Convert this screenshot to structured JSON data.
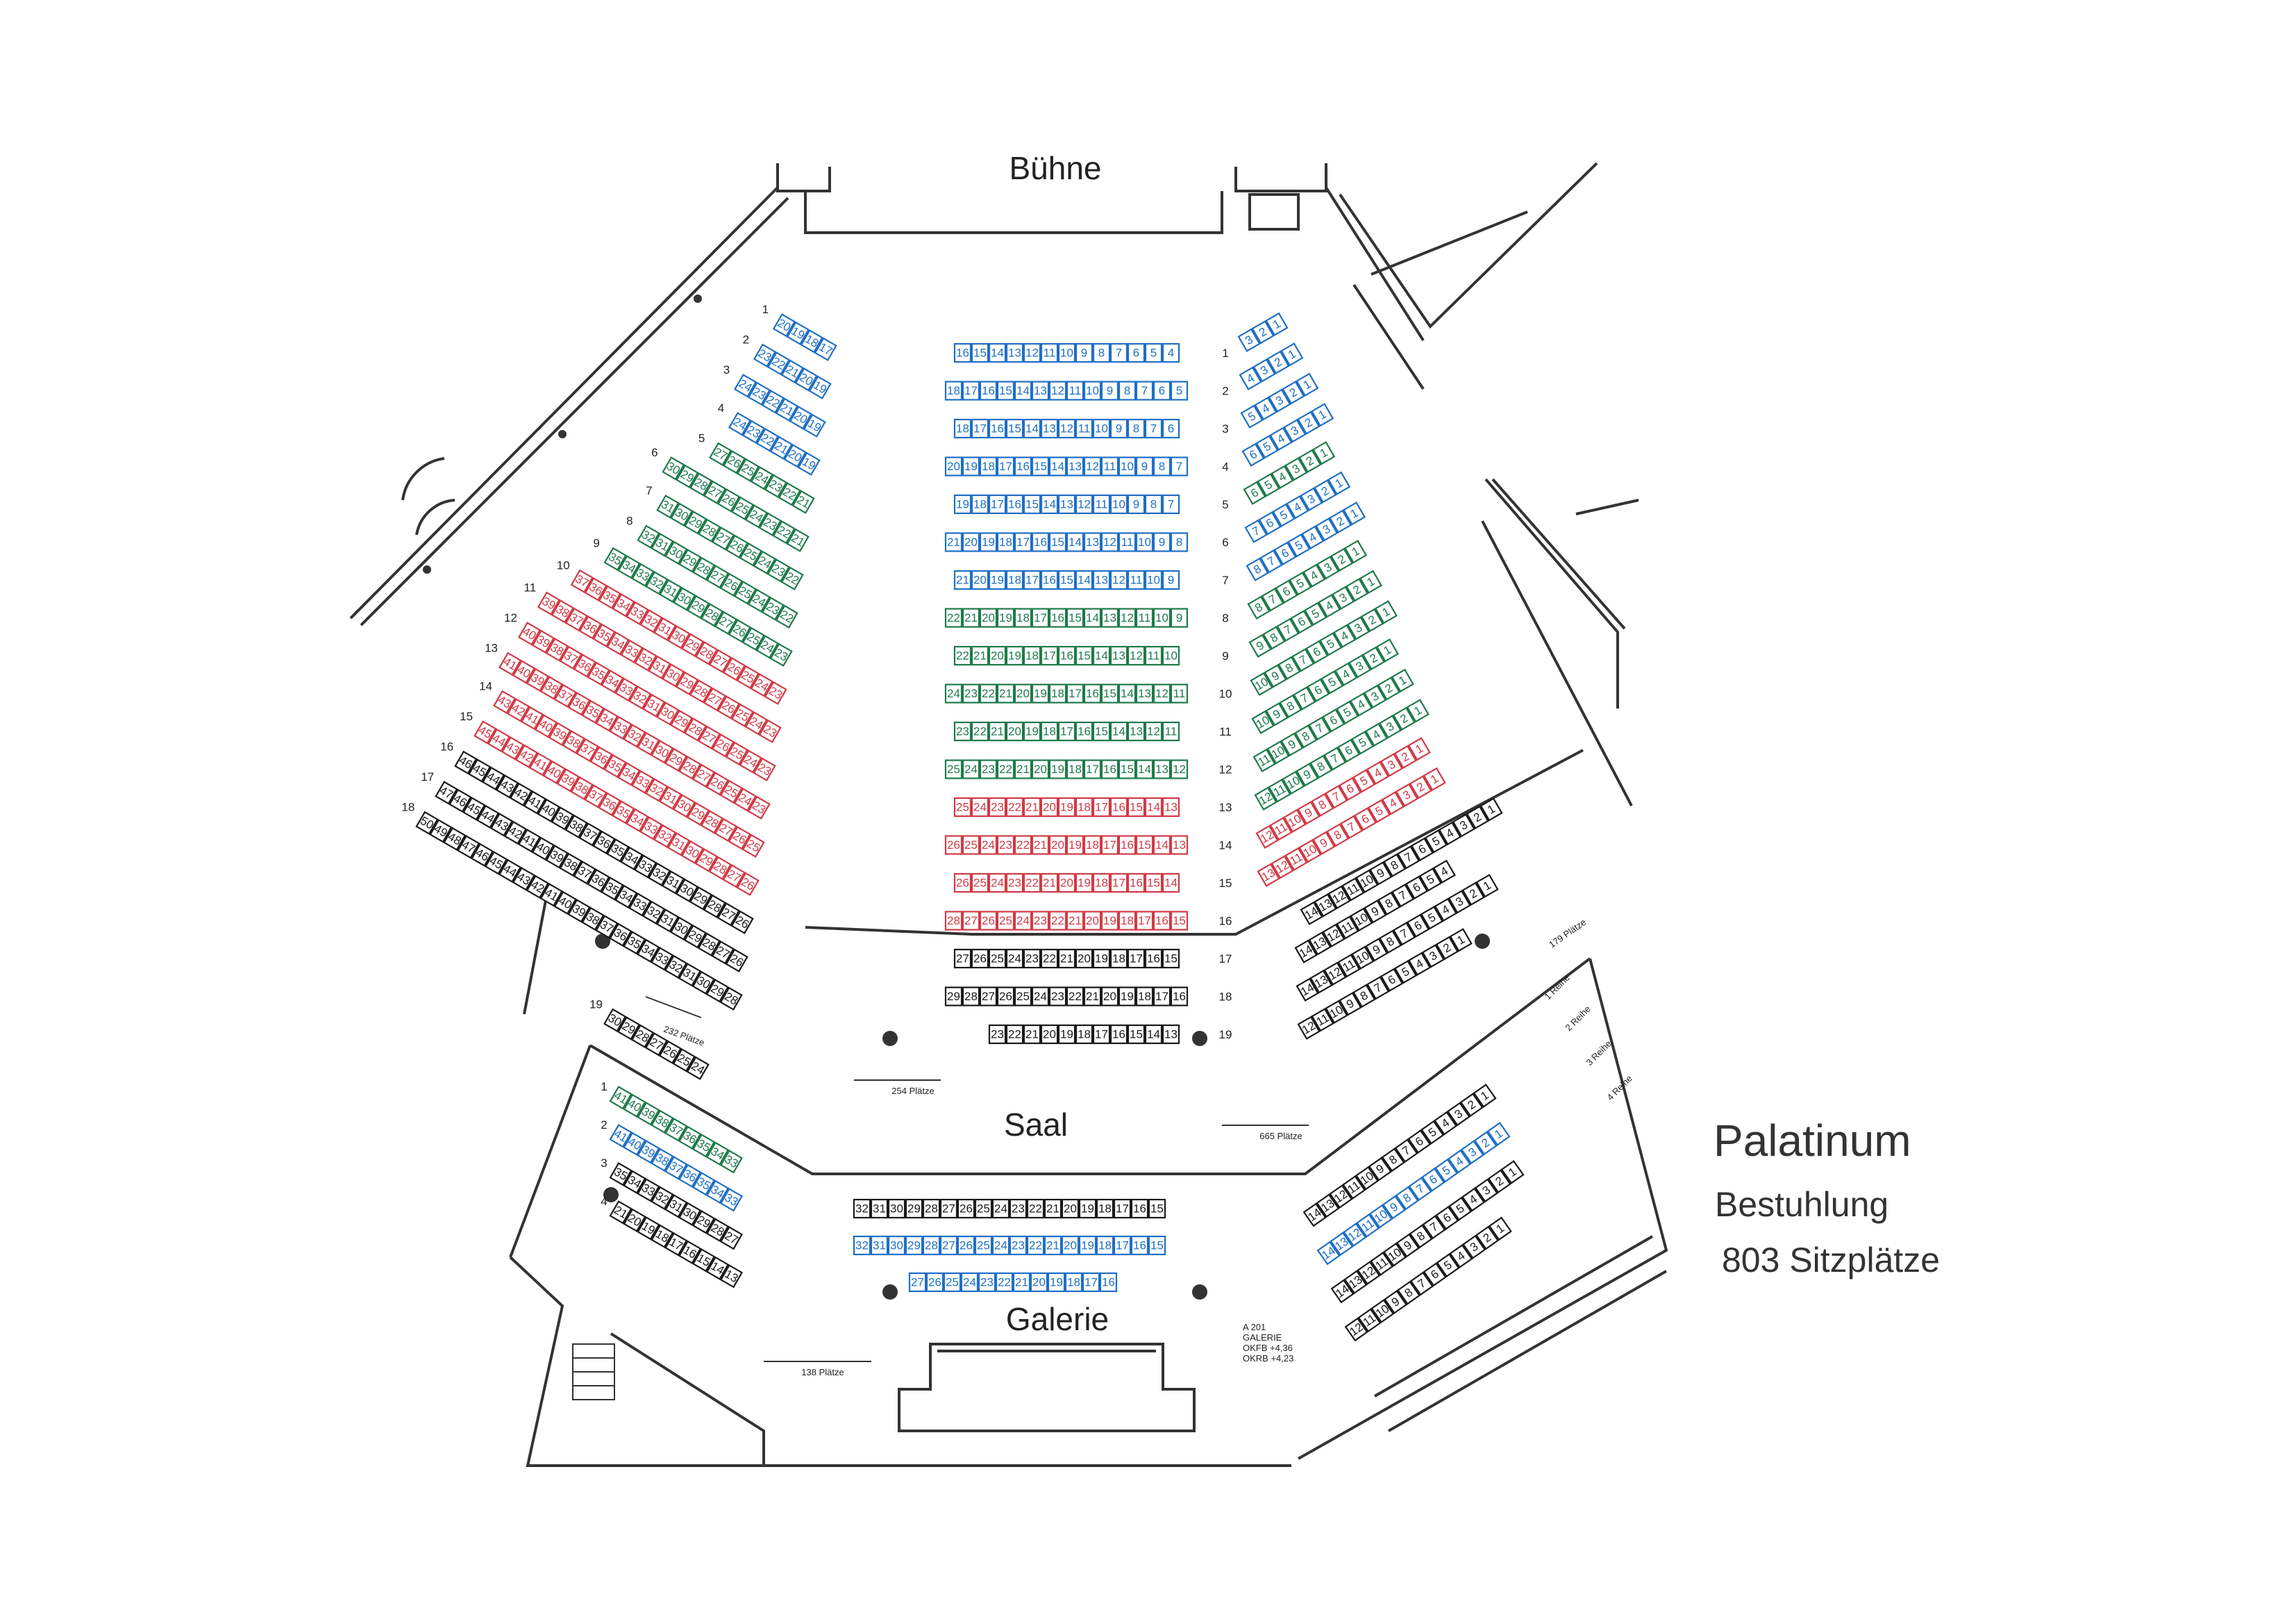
{
  "labels": {
    "stage": "Bühne",
    "hall": "Saal",
    "gallery": "Galerie",
    "title": "Palatinum",
    "subtitle": "Bestuhlung",
    "capacity": "803 Sitzplätze",
    "left_count": "232 Plätze",
    "center_count": "254 Plätze",
    "right_count": "665 Plätze",
    "right_gallery_count": "179 Plätze",
    "gallery_count": "138 Plätze",
    "gallery_rows": [
      "1 Reihe",
      "2 Reihe",
      "3 Reihe",
      "4 Reihe"
    ],
    "gallery_note": [
      "A 201",
      "GALERIE",
      "OKFB +4,36",
      "OKRB +4,23"
    ]
  },
  "colors": {
    "blue": "#1f6fc4",
    "green": "#1f7a4a",
    "red": "#d23a46",
    "black": "#1a1a1a",
    "wall": "#333333"
  },
  "center_rows": [
    {
      "row": "1",
      "seats": [
        "16",
        "15",
        "14",
        "13",
        "12",
        "11",
        "10",
        "9",
        "8",
        "7",
        "6",
        "5",
        "4"
      ],
      "color": "blue"
    },
    {
      "row": "2",
      "seats": [
        "18",
        "17",
        "16",
        "15",
        "14",
        "13",
        "12",
        "11",
        "10",
        "9",
        "8",
        "7",
        "6",
        "5"
      ],
      "color": "blue"
    },
    {
      "row": "3",
      "seats": [
        "18",
        "17",
        "16",
        "15",
        "14",
        "13",
        "12",
        "11",
        "10",
        "9",
        "8",
        "7",
        "6"
      ],
      "color": "blue"
    },
    {
      "row": "4",
      "seats": [
        "20",
        "19",
        "18",
        "17",
        "16",
        "15",
        "14",
        "13",
        "12",
        "11",
        "10",
        "9",
        "8",
        "7"
      ],
      "color": "blue"
    },
    {
      "row": "5",
      "seats": [
        "19",
        "18",
        "17",
        "16",
        "15",
        "14",
        "13",
        "12",
        "11",
        "10",
        "9",
        "8",
        "7"
      ],
      "color": "blue"
    },
    {
      "row": "6",
      "seats": [
        "21",
        "20",
        "19",
        "18",
        "17",
        "16",
        "15",
        "14",
        "13",
        "12",
        "11",
        "10",
        "9",
        "8"
      ],
      "color": "blue"
    },
    {
      "row": "7",
      "seats": [
        "21",
        "20",
        "19",
        "18",
        "17",
        "16",
        "15",
        "14",
        "13",
        "12",
        "11",
        "10",
        "9"
      ],
      "color": "blue"
    },
    {
      "row": "8",
      "seats": [
        "22",
        "21",
        "20",
        "19",
        "18",
        "17",
        "16",
        "15",
        "14",
        "13",
        "12",
        "11",
        "10",
        "9"
      ],
      "color": "green"
    },
    {
      "row": "9",
      "seats": [
        "22",
        "21",
        "20",
        "19",
        "18",
        "17",
        "16",
        "15",
        "14",
        "13",
        "12",
        "11",
        "10"
      ],
      "color": "green"
    },
    {
      "row": "10",
      "seats": [
        "24",
        "23",
        "22",
        "21",
        "20",
        "19",
        "18",
        "17",
        "16",
        "15",
        "14",
        "13",
        "12",
        "11"
      ],
      "color": "green"
    },
    {
      "row": "11",
      "seats": [
        "23",
        "22",
        "21",
        "20",
        "19",
        "18",
        "17",
        "16",
        "15",
        "14",
        "13",
        "12",
        "11"
      ],
      "color": "green"
    },
    {
      "row": "12",
      "seats": [
        "25",
        "24",
        "23",
        "22",
        "21",
        "20",
        "19",
        "18",
        "17",
        "16",
        "15",
        "14",
        "13",
        "12"
      ],
      "color": "green"
    },
    {
      "row": "13",
      "seats": [
        "25",
        "24",
        "23",
        "22",
        "21",
        "20",
        "19",
        "18",
        "17",
        "16",
        "15",
        "14",
        "13"
      ],
      "color": "red"
    },
    {
      "row": "14",
      "seats": [
        "26",
        "25",
        "24",
        "23",
        "22",
        "21",
        "20",
        "19",
        "18",
        "17",
        "16",
        "15",
        "14",
        "13"
      ],
      "color": "red"
    },
    {
      "row": "15",
      "seats": [
        "26",
        "25",
        "24",
        "23",
        "22",
        "21",
        "20",
        "19",
        "18",
        "17",
        "16",
        "15",
        "14"
      ],
      "color": "red"
    },
    {
      "row": "16",
      "seats": [
        "28",
        "27",
        "26",
        "25",
        "24",
        "23",
        "22",
        "21",
        "20",
        "19",
        "18",
        "17",
        "16",
        "15"
      ],
      "color": "red"
    },
    {
      "row": "17",
      "seats": [
        "27",
        "26",
        "25",
        "24",
        "23",
        "22",
        "21",
        "20",
        "19",
        "18",
        "17",
        "16",
        "15"
      ],
      "color": "black"
    },
    {
      "row": "18",
      "seats": [
        "29",
        "28",
        "27",
        "26",
        "25",
        "24",
        "23",
        "22",
        "21",
        "20",
        "19",
        "18",
        "17",
        "16"
      ],
      "color": "black"
    },
    {
      "row": "19",
      "seats": [
        "23",
        "22",
        "21",
        "20",
        "19",
        "18",
        "17",
        "16",
        "15",
        "14",
        "13"
      ],
      "color": "black"
    }
  ],
  "left_rows": [
    {
      "row": "1",
      "seats": [
        "20",
        "19",
        "18",
        "17"
      ],
      "color": "blue"
    },
    {
      "row": "2",
      "seats": [
        "23",
        "22",
        "21",
        "20",
        "19"
      ],
      "color": "blue"
    },
    {
      "row": "3",
      "seats": [
        "24",
        "23",
        "22",
        "21",
        "20",
        "19"
      ],
      "color": "blue"
    },
    {
      "row": "4",
      "seats": [
        "24",
        "23",
        "22",
        "21",
        "20",
        "19"
      ],
      "color": "blue"
    },
    {
      "row": "5",
      "seats": [
        "27",
        "26",
        "25",
        "24",
        "23",
        "22",
        "21"
      ],
      "color": "green"
    },
    {
      "row": "6",
      "seats": [
        "30",
        "29",
        "28",
        "27",
        "26",
        "25",
        "24",
        "23",
        "22",
        "21"
      ],
      "color": "green"
    },
    {
      "row": "7",
      "seats": [
        "31",
        "30",
        "29",
        "28",
        "27",
        "26",
        "25",
        "24",
        "23",
        "22"
      ],
      "color": "green"
    },
    {
      "row": "8",
      "seats": [
        "32",
        "31",
        "30",
        "29",
        "28",
        "27",
        "26",
        "25",
        "24",
        "23",
        "22"
      ],
      "color": "green"
    },
    {
      "row": "9",
      "seats": [
        "35",
        "34",
        "33",
        "32",
        "31",
        "30",
        "29",
        "28",
        "27",
        "26",
        "25",
        "24",
        "23"
      ],
      "color": "green"
    },
    {
      "row": "10",
      "seats": [
        "37",
        "36",
        "35",
        "34",
        "33",
        "32",
        "31",
        "30",
        "29",
        "28",
        "27",
        "26",
        "25",
        "24",
        "23"
      ],
      "color": "red"
    },
    {
      "row": "11",
      "seats": [
        "39",
        "38",
        "37",
        "36",
        "35",
        "34",
        "33",
        "32",
        "31",
        "30",
        "29",
        "28",
        "27",
        "26",
        "25",
        "24",
        "23"
      ],
      "color": "red"
    },
    {
      "row": "12",
      "seats": [
        "40",
        "39",
        "38",
        "37",
        "36",
        "35",
        "34",
        "33",
        "32",
        "31",
        "30",
        "29",
        "28",
        "27",
        "26",
        "25",
        "24",
        "23"
      ],
      "color": "red"
    },
    {
      "row": "13",
      "seats": [
        "41",
        "40",
        "39",
        "38",
        "37",
        "36",
        "35",
        "34",
        "33",
        "32",
        "31",
        "30",
        "29",
        "28",
        "27",
        "26",
        "25",
        "24",
        "23"
      ],
      "color": "red"
    },
    {
      "row": "14",
      "seats": [
        "43",
        "42",
        "41",
        "40",
        "39",
        "38",
        "37",
        "36",
        "35",
        "34",
        "33",
        "32",
        "31",
        "30",
        "29",
        "28",
        "27",
        "26",
        "25"
      ],
      "color": "red"
    },
    {
      "row": "15",
      "seats": [
        "45",
        "44",
        "43",
        "42",
        "41",
        "40",
        "39",
        "38",
        "37",
        "36",
        "35",
        "34",
        "33",
        "32",
        "31",
        "30",
        "29",
        "28",
        "27",
        "26"
      ],
      "color": "red"
    },
    {
      "row": "16",
      "seats": [
        "46",
        "45",
        "44",
        "43",
        "42",
        "41",
        "40",
        "39",
        "38",
        "37",
        "36",
        "35",
        "34",
        "33",
        "32",
        "31",
        "30",
        "29",
        "28",
        "27",
        "26"
      ],
      "color": "black"
    },
    {
      "row": "17",
      "seats": [
        "47",
        "46",
        "45",
        "44",
        "43",
        "42",
        "41",
        "40",
        "39",
        "38",
        "37",
        "36",
        "35",
        "34",
        "33",
        "32",
        "31",
        "30",
        "29",
        "28",
        "27",
        "26"
      ],
      "color": "black"
    },
    {
      "row": "18",
      "seats": [
        "50",
        "49",
        "48",
        "47",
        "46",
        "45",
        "44",
        "43",
        "42",
        "41",
        "40",
        "39",
        "38",
        "37",
        "36",
        "35",
        "34",
        "33",
        "32",
        "31",
        "30",
        "29",
        "28"
      ],
      "color": "black"
    },
    {
      "row": "19",
      "seats": [
        "30",
        "29",
        "28",
        "27",
        "26",
        "25",
        "24"
      ],
      "color": "black"
    }
  ],
  "right_rows": [
    {
      "row": "1",
      "seats": [
        "3",
        "2",
        "1"
      ],
      "color": "blue"
    },
    {
      "row": "2",
      "seats": [
        "4",
        "3",
        "2",
        "1"
      ],
      "color": "blue"
    },
    {
      "row": "3",
      "seats": [
        "5",
        "4",
        "3",
        "2",
        "1"
      ],
      "color": "blue"
    },
    {
      "row": "4",
      "seats": [
        "6",
        "5",
        "4",
        "3",
        "2",
        "1"
      ],
      "color": "blue"
    },
    {
      "row": "5",
      "seats": [
        "6",
        "5",
        "4",
        "3",
        "2",
        "1"
      ],
      "color": "green"
    },
    {
      "row": "6",
      "seats": [
        "7",
        "6",
        "5",
        "4",
        "3",
        "2",
        "1"
      ],
      "color": "blue"
    },
    {
      "row": "7",
      "seats": [
        "8",
        "7",
        "6",
        "5",
        "4",
        "3",
        "2",
        "1"
      ],
      "color": "blue"
    },
    {
      "row": "8",
      "seats": [
        "8",
        "7",
        "6",
        "5",
        "4",
        "3",
        "2",
        "1"
      ],
      "color": "green"
    },
    {
      "row": "9",
      "seats": [
        "9",
        "8",
        "7",
        "6",
        "5",
        "4",
        "3",
        "2",
        "1"
      ],
      "color": "green"
    },
    {
      "row": "10",
      "seats": [
        "10",
        "9",
        "8",
        "7",
        "6",
        "5",
        "4",
        "3",
        "2",
        "1"
      ],
      "color": "green"
    },
    {
      "row": "11",
      "seats": [
        "10",
        "9",
        "8",
        "7",
        "6",
        "5",
        "4",
        "3",
        "2",
        "1"
      ],
      "color": "green"
    },
    {
      "row": "12",
      "seats": [
        "11",
        "10",
        "9",
        "8",
        "7",
        "6",
        "5",
        "4",
        "3",
        "2",
        "1"
      ],
      "color": "green"
    },
    {
      "row": "13",
      "seats": [
        "12",
        "11",
        "10",
        "9",
        "8",
        "7",
        "6",
        "5",
        "4",
        "3",
        "2",
        "1"
      ],
      "color": "green"
    },
    {
      "row": "14",
      "seats": [
        "12",
        "11",
        "10",
        "9",
        "8",
        "7",
        "6",
        "5",
        "4",
        "3",
        "2",
        "1"
      ],
      "color": "red"
    },
    {
      "row": "15",
      "seats": [
        "13",
        "12",
        "11",
        "10",
        "9",
        "8",
        "7",
        "6",
        "5",
        "4",
        "3",
        "2",
        "1"
      ],
      "color": "red"
    },
    {
      "row": "16",
      "seats": [
        "14",
        "13",
        "12",
        "11",
        "10",
        "9",
        "8",
        "7",
        "6",
        "5",
        "4",
        "3",
        "2",
        "1"
      ],
      "color": "black"
    },
    {
      "row": "17",
      "seats": [
        "14",
        "13",
        "12",
        "11",
        "10",
        "9",
        "8",
        "7",
        "6",
        "5",
        "4"
      ],
      "color": "black"
    },
    {
      "row": "18",
      "seats": [
        "14",
        "13",
        "12",
        "11",
        "10",
        "9",
        "8",
        "7",
        "6",
        "5",
        "4",
        "3",
        "2",
        "1"
      ],
      "color": "black"
    },
    {
      "row": "19",
      "seats": [
        "12",
        "11",
        "10",
        "9",
        "8",
        "7",
        "6",
        "5",
        "4",
        "3",
        "2",
        "1"
      ],
      "color": "black"
    }
  ],
  "gallery_left_rows": [
    {
      "row": "1",
      "seats": [
        "41",
        "40",
        "39",
        "38",
        "37",
        "36",
        "35",
        "34",
        "33"
      ],
      "color": "green"
    },
    {
      "row": "2",
      "seats": [
        "41",
        "40",
        "39",
        "38",
        "37",
        "36",
        "35",
        "34",
        "33"
      ],
      "color": "blue"
    },
    {
      "row": "3",
      "seats": [
        "35",
        "34",
        "33",
        "32",
        "31",
        "30",
        "29",
        "28",
        "27"
      ],
      "color": "black"
    },
    {
      "row": "4",
      "seats": [
        "21",
        "20",
        "19",
        "18",
        "17",
        "16",
        "15",
        "14",
        "13"
      ],
      "color": "black"
    }
  ],
  "gallery_center_rows": [
    {
      "row": "1",
      "seats": [
        "32",
        "31",
        "30",
        "29",
        "28",
        "27",
        "26",
        "25",
        "24",
        "23",
        "22",
        "21",
        "20",
        "19",
        "18",
        "17",
        "16",
        "15"
      ],
      "color": "black"
    },
    {
      "row": "2",
      "seats": [
        "32",
        "31",
        "30",
        "29",
        "28",
        "27",
        "26",
        "25",
        "24",
        "23",
        "22",
        "21",
        "20",
        "19",
        "18",
        "17",
        "16",
        "15"
      ],
      "color": "blue"
    },
    {
      "row": "3",
      "seats": [
        "27",
        "26",
        "25",
        "24",
        "23",
        "22",
        "21",
        "20",
        "19",
        "18",
        "17",
        "16"
      ],
      "color": "blue"
    }
  ],
  "gallery_right_rows": [
    {
      "row": "1",
      "seats": [
        "14",
        "13",
        "12",
        "11",
        "10",
        "9",
        "8",
        "7",
        "6",
        "5",
        "4",
        "3",
        "2",
        "1"
      ],
      "color": "black"
    },
    {
      "row": "2",
      "seats": [
        "14",
        "13",
        "12",
        "11",
        "10",
        "9",
        "8",
        "7",
        "6",
        "5",
        "4",
        "3",
        "2",
        "1"
      ],
      "color": "blue"
    },
    {
      "row": "3",
      "seats": [
        "14",
        "13",
        "12",
        "11",
        "10",
        "9",
        "8",
        "7",
        "6",
        "5",
        "4",
        "3",
        "2",
        "1"
      ],
      "color": "black"
    },
    {
      "row": "4",
      "seats": [
        "12",
        "11",
        "10",
        "9",
        "8",
        "7",
        "6",
        "5",
        "4",
        "3",
        "2",
        "1"
      ],
      "color": "black"
    }
  ]
}
